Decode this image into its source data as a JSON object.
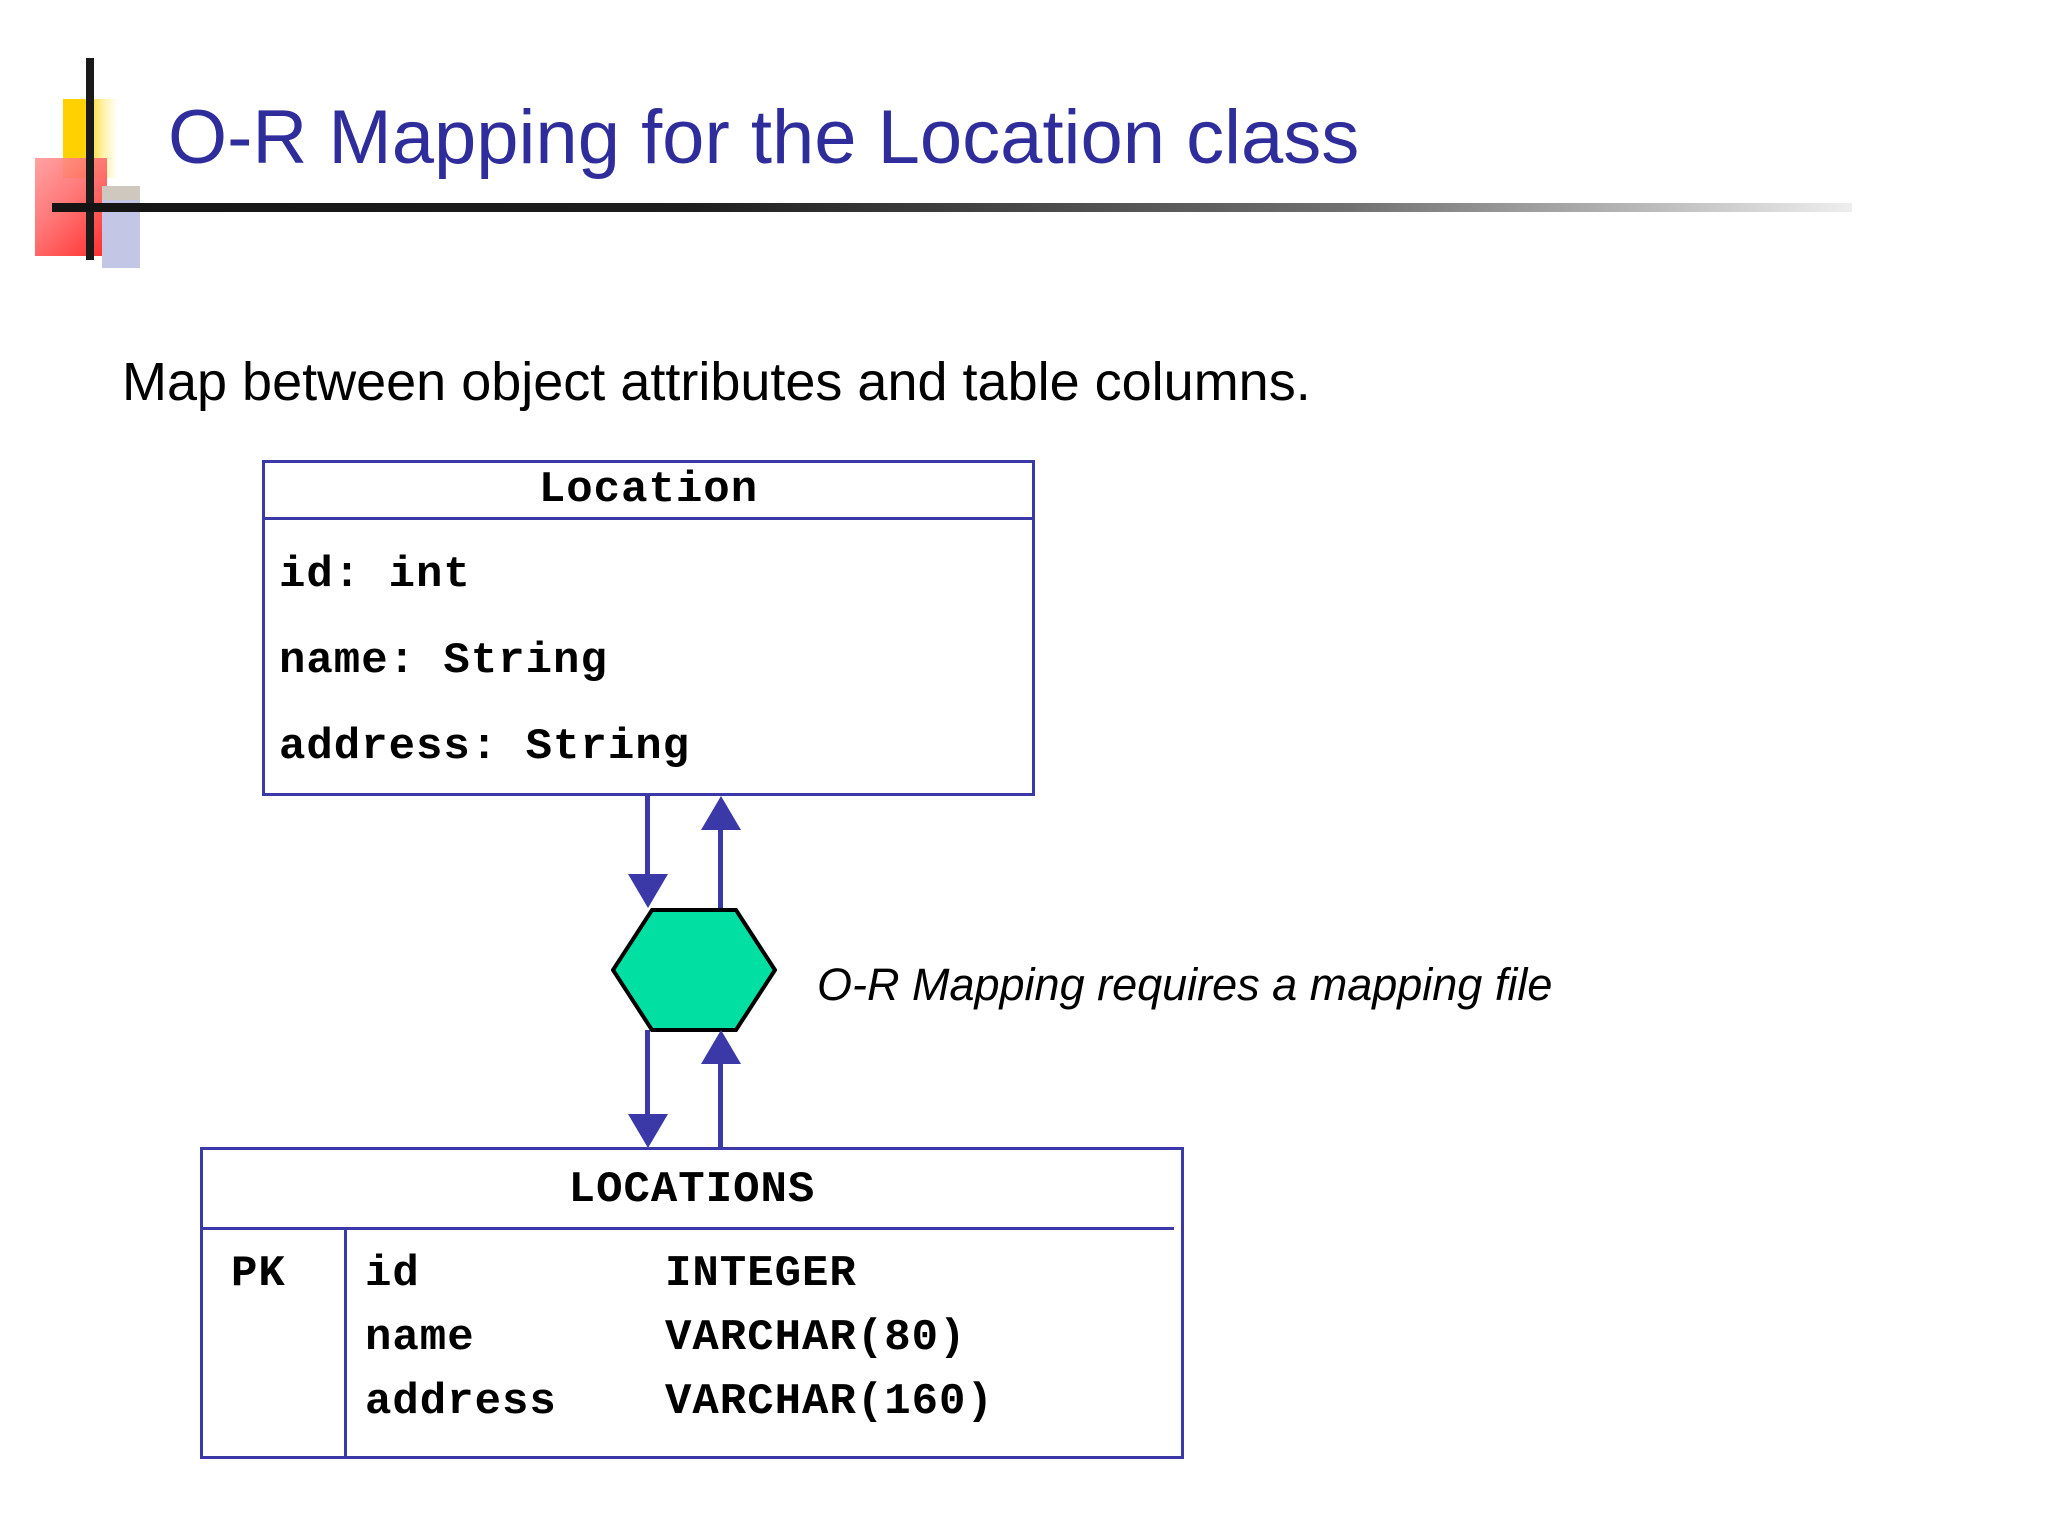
{
  "slide": {
    "title": "O-R Mapping for the Location class",
    "subtitle": "Map between object attributes and table columns.",
    "note": "O-R Mapping requires a mapping file",
    "title_color": "#2F2C9B",
    "box_border_color": "#3B38A8",
    "hexagon_fill": "#02DFA3",
    "hexagon_stroke": "#000000",
    "arrow_color": "#3B38A8"
  },
  "logo": {
    "yellow_swatch": "#FFD100",
    "red_swatch": "#FF3A3A",
    "lavender_swatch": "#C3C6E4",
    "bar_color": "#1a1a1a"
  },
  "class_box": {
    "name": "Location",
    "attributes": [
      "id: int",
      "name: String",
      "address: String"
    ]
  },
  "db_table": {
    "name": "LOCATIONS",
    "key_label": "PK",
    "columns": [
      {
        "name": "id",
        "type": "INTEGER"
      },
      {
        "name": "name",
        "type": "VARCHAR(80)"
      },
      {
        "name": "address",
        "type": "VARCHAR(160)"
      }
    ]
  },
  "mapping": {
    "hexagon_label": "",
    "arrows": [
      {
        "name": "class-to-mapping",
        "direction": "down"
      },
      {
        "name": "mapping-to-class",
        "direction": "up"
      },
      {
        "name": "mapping-to-table",
        "direction": "down"
      },
      {
        "name": "table-to-mapping",
        "direction": "up"
      }
    ]
  }
}
